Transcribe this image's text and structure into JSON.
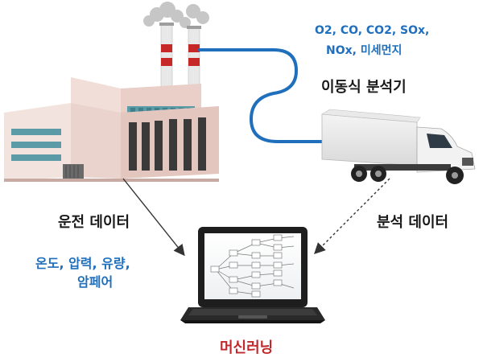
{
  "pollutants": {
    "line1": "O2, CO, CO2, SOx,",
    "line2": "NOx, 미세먼지"
  },
  "analyzer": {
    "label": "이동식 분석기"
  },
  "operation": {
    "title": "운전 데이터",
    "line1": "온도, 압력, 유량,",
    "line2": "암페어"
  },
  "analysis": {
    "title": "분석 데이터"
  },
  "ml": {
    "label": "머신러닝"
  },
  "colors": {
    "accent_blue": "#1f6fbd",
    "ml_red": "#c0282d",
    "pipe_blue": "#1f6fbd"
  }
}
